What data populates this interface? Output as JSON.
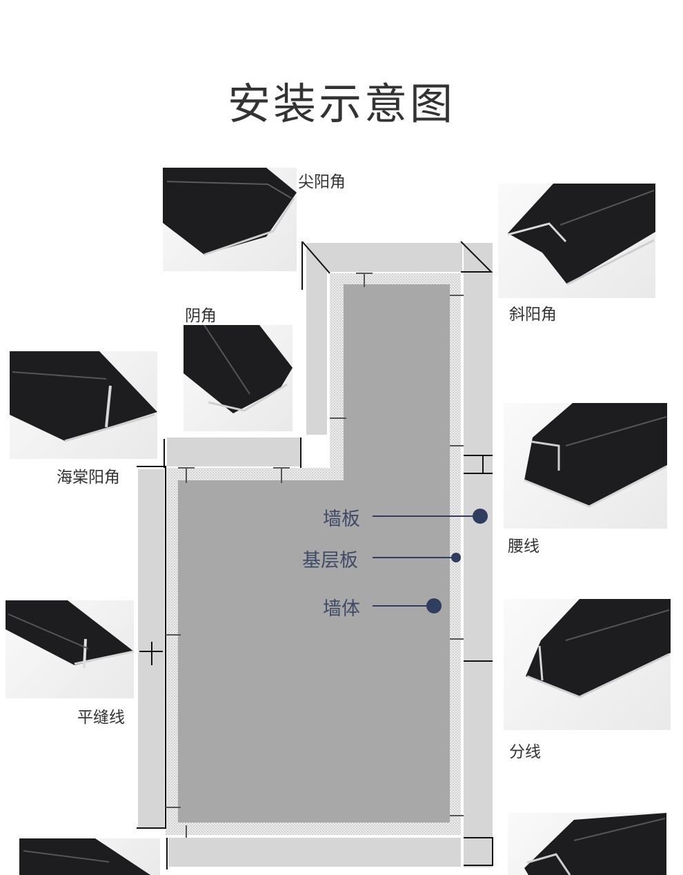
{
  "title": "安装示意图",
  "colors": {
    "accent": "#2f3e5e",
    "wall_panel": "#d4d4d4",
    "wall_body": "#a7a7a7",
    "profile": "#1b1b1d"
  },
  "profiles": {
    "sharp_outer_corner": "尖阳角",
    "bevel_outer_corner": "斜阳角",
    "inner_corner": "阴角",
    "begonia_outer_corner": "海棠阳角",
    "waist_line": "腰线",
    "flat_seam_line": "平缝线",
    "divider_line": "分线"
  },
  "layers": {
    "wall_panel": "墙板",
    "base_board": "基层板",
    "wall_body": "墙体"
  }
}
